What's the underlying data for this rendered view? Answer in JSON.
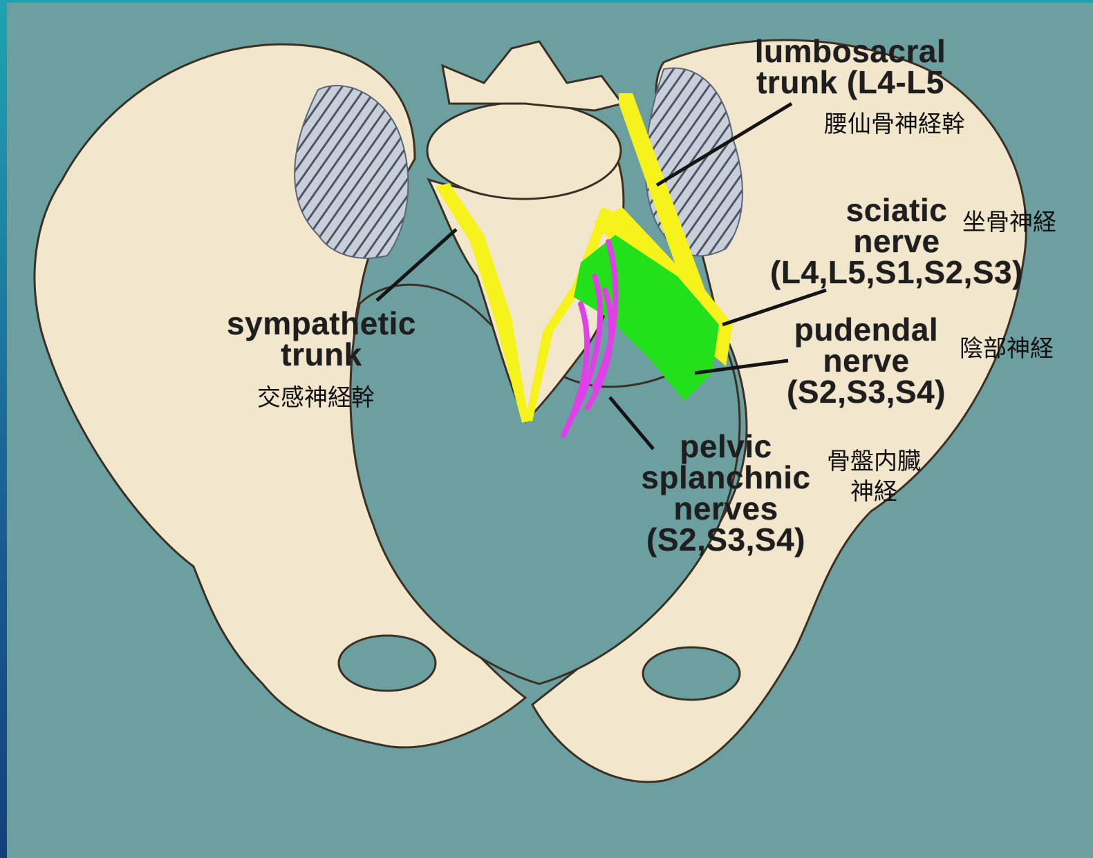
{
  "labels": {
    "lumbosacral": {
      "lines": [
        "lumbosacral",
        "trunk (L4-L5"
      ],
      "jp": "腰仙骨神経幹"
    },
    "sciatic": {
      "lines": [
        "sciatic",
        "nerve",
        "(L4,L5,S1,S2,S3)"
      ],
      "jp": "坐骨神経"
    },
    "pudendal": {
      "lines": [
        "pudendal",
        "nerve",
        "(S2,S3,S4)"
      ],
      "jp": "陰部神経"
    },
    "pelvic": {
      "lines": [
        "pelvic",
        "splanchnic",
        "nerves",
        "(S2,S3,S4)"
      ],
      "jp": [
        "骨盤内臓",
        "神経"
      ]
    },
    "sympathetic": {
      "lines": [
        "sympathetic",
        "trunk"
      ],
      "jp": "交感神経幹"
    }
  },
  "colors": {
    "background": "#6c9fa0",
    "frame": "#0f4f7a",
    "bone": "#f2e6cc",
    "bone_outline": "#3a3024",
    "lumbosacral_trunk": "#f5f21c",
    "sympathetic_trunk": "#f5f21c",
    "sciatic_nerve": "#f5f21c",
    "pudendal_nerve": "#22e01a",
    "pelvic_splanchnic": "#e040e8",
    "ligament": "#5a6678",
    "pointer": "#141414"
  }
}
